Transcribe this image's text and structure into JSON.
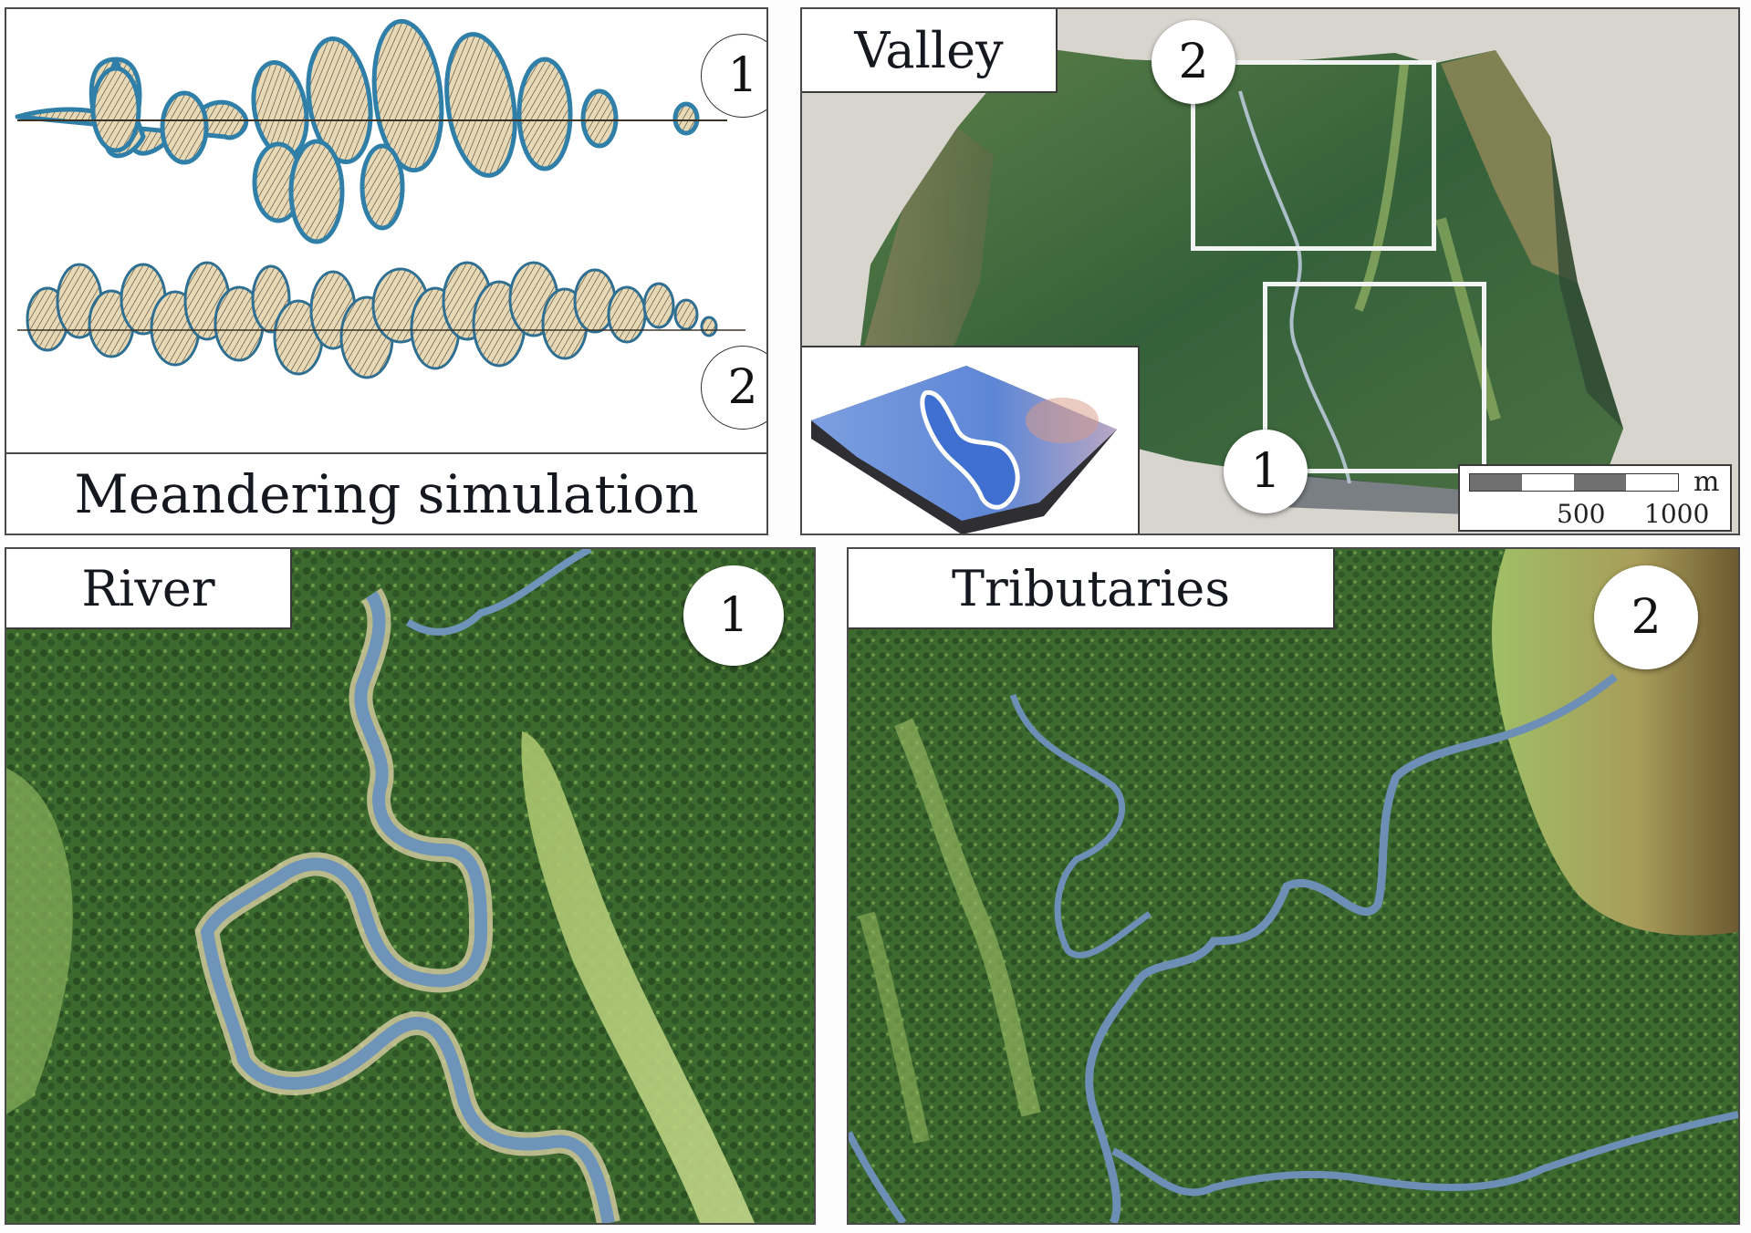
{
  "panels": {
    "meandering": {
      "caption": "Meandering simulation",
      "markers": [
        "1",
        "2"
      ]
    },
    "valley": {
      "label": "Valley",
      "markers": [
        "2",
        "1"
      ],
      "scale_bar": {
        "unit": "m",
        "ticks": [
          "500",
          "1000"
        ]
      },
      "inset": "terrain-heightmap-inset"
    },
    "river": {
      "label": "River",
      "marker": "1"
    },
    "tributaries": {
      "label": "Tributaries",
      "marker": "2"
    }
  },
  "colors": {
    "meander_fill": "#e6d7b4",
    "meander_outline": "#2f7fa8",
    "forest_dark": "#2e5a26",
    "forest_mid": "#4f7d37",
    "meadow": "#a9c56e",
    "river_water": "#6e93b8",
    "terrain_bg": "#d9d6d0",
    "inset_blue": "#5d86d6"
  }
}
